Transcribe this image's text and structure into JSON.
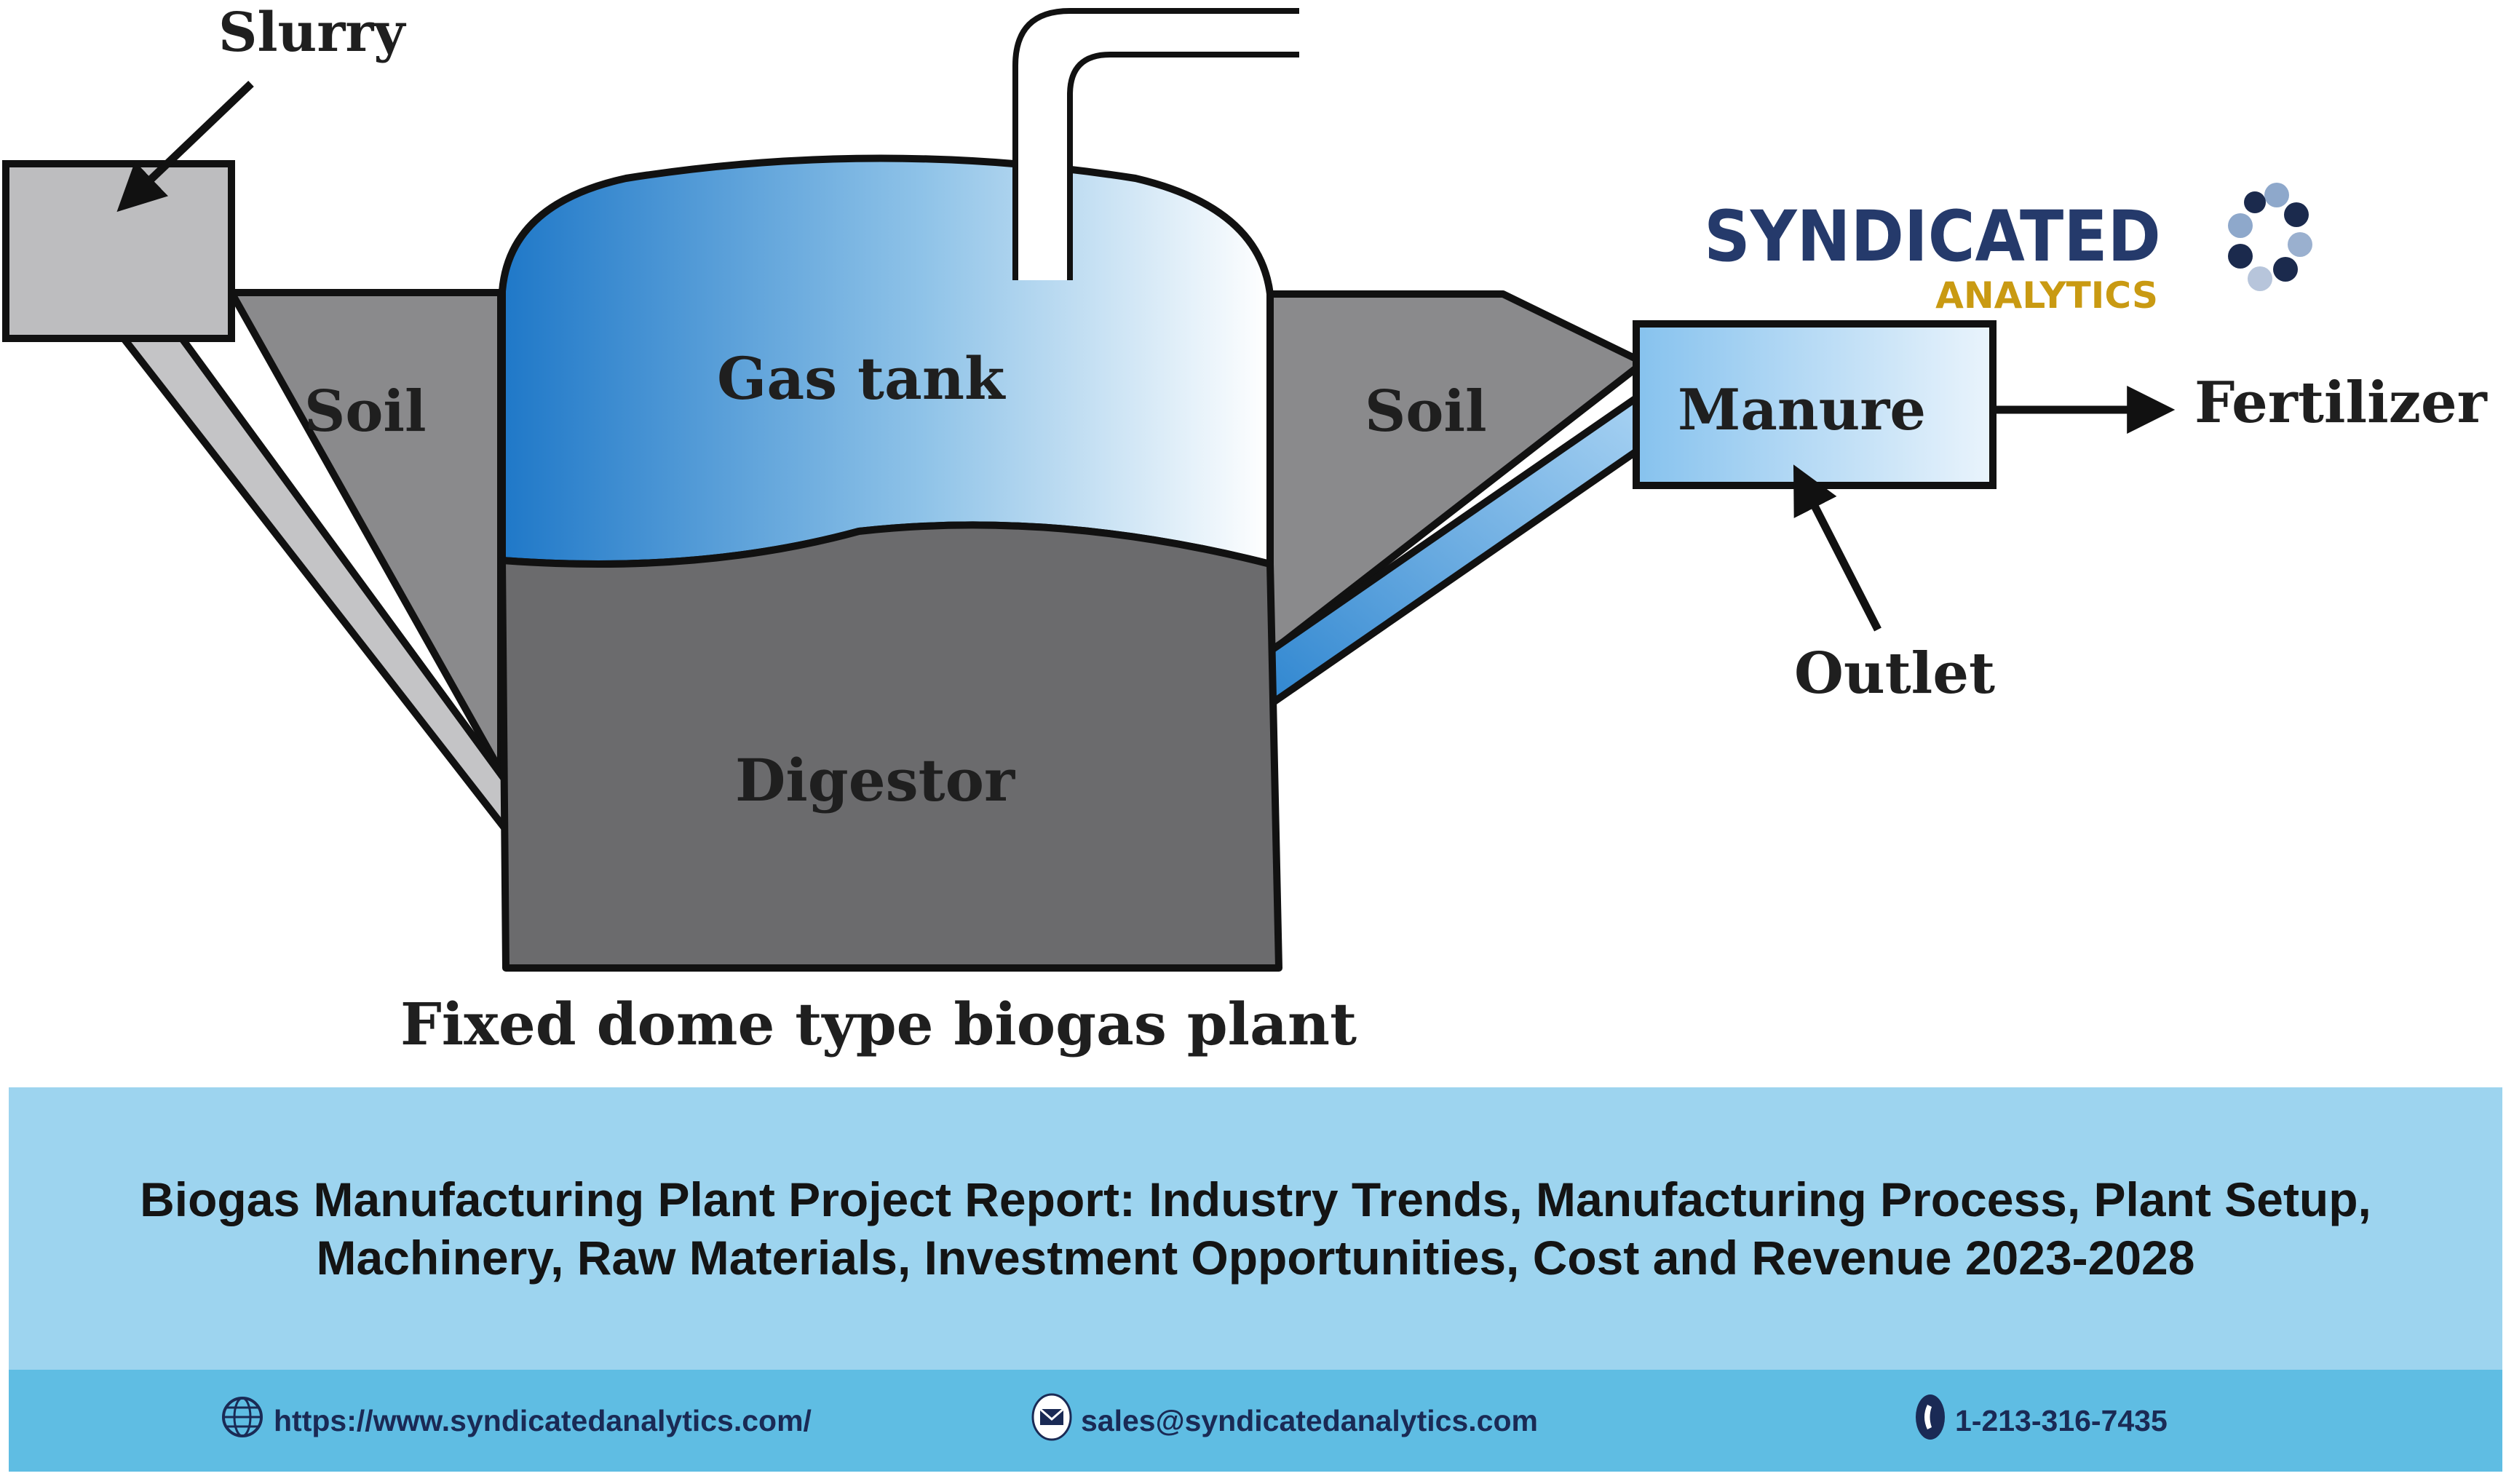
{
  "diagram": {
    "caption": "Fixed dome type biogas plant",
    "labels": {
      "slurry": "Slurry",
      "soil_left": "Soil",
      "soil_right": "Soil",
      "gas_tank": "Gas tank",
      "digestor": "Digestor",
      "manure": "Manure",
      "fertilizer": "Fertilizer",
      "outlet": "Outlet"
    }
  },
  "logo": {
    "main": "SYNDICATED",
    "sub": "ANALYTICS"
  },
  "banner": {
    "title": "Biogas Manufacturing Plant Project Report: Industry Trends, Manufacturing Process, Plant Setup, Machinery, Raw Materials, Investment Opportunities, Cost and Revenue 2023-2028"
  },
  "contacts": {
    "website": "https://www.syndicatedanalytics.com/",
    "email": "sales@syndicatedanalytics.com",
    "phone": "1-213-316-7435"
  },
  "colors": {
    "banner_bg": "#9dd4ef",
    "contact_bar_bg": "#5fbde3",
    "gas_blue_dark": "#1f78c8",
    "soil_grey": "#8a8a8c",
    "digestor_grey": "#6b6b6d",
    "logo_navy": "#253a6b",
    "logo_gold": "#c99a12"
  }
}
